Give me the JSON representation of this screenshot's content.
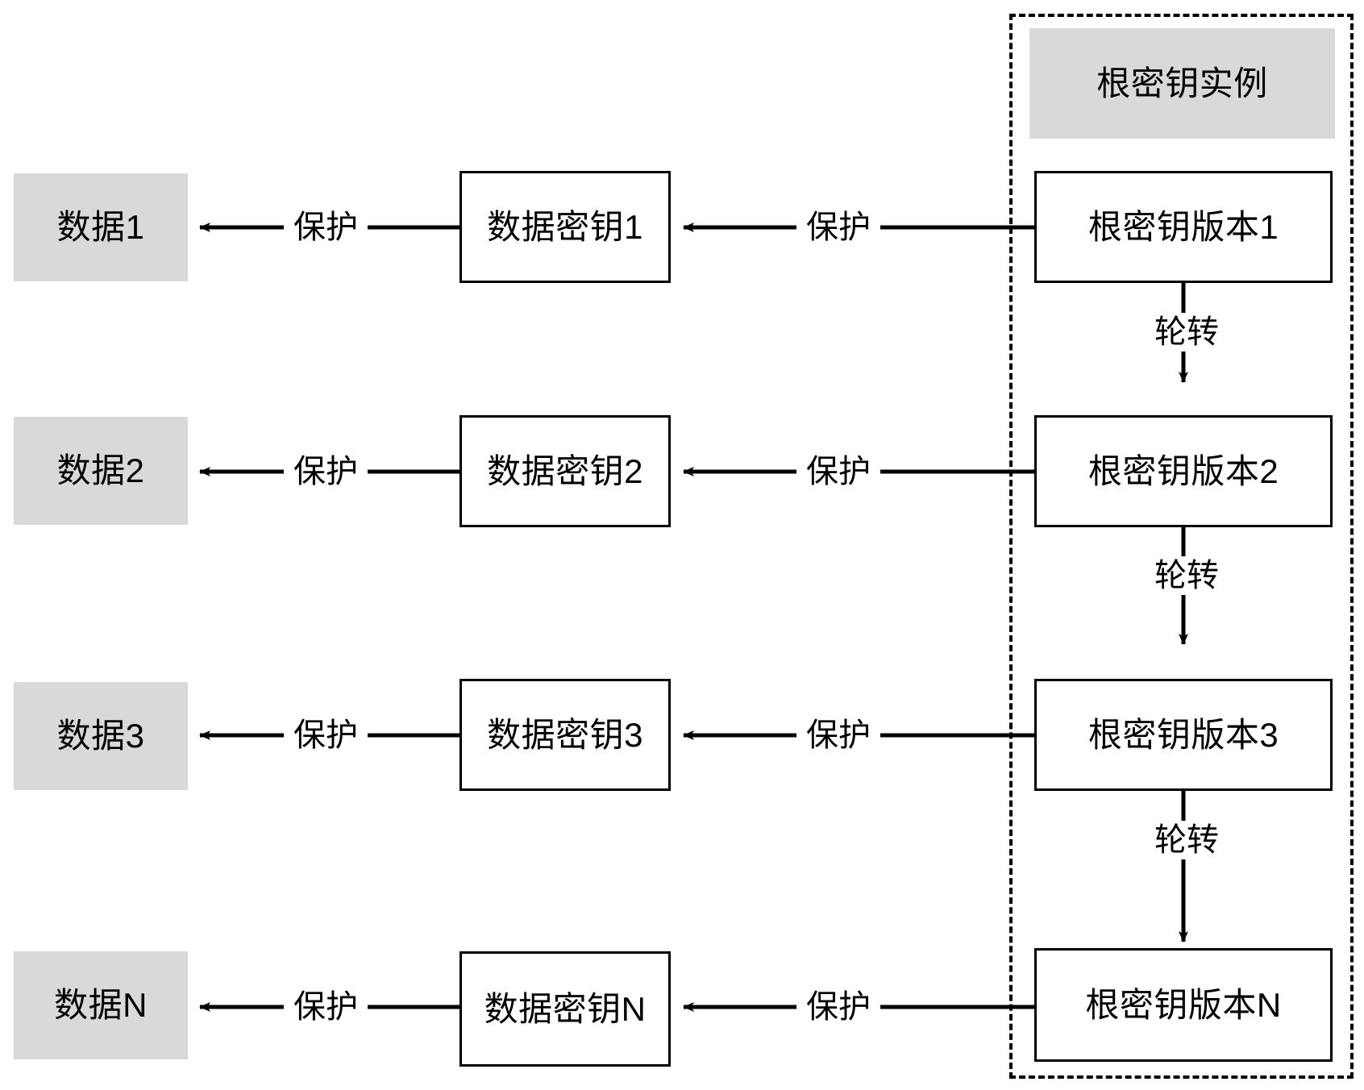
{
  "diagram": {
    "title_box": {
      "label": "根密钥实例"
    },
    "group_label": "根密钥实例",
    "rows": [
      {
        "data_label": "数据1",
        "data_key_label": "数据密钥1",
        "root_key_label": "根密钥版本1",
        "protect_left_label": "保护",
        "protect_right_label": "保护",
        "rotate_label": "轮转"
      },
      {
        "data_label": "数据2",
        "data_key_label": "数据密钥2",
        "root_key_label": "根密钥版本2",
        "protect_left_label": "保护",
        "protect_right_label": "保护",
        "rotate_label": "轮转"
      },
      {
        "data_label": "数据3",
        "data_key_label": "数据密钥3",
        "root_key_label": "根密钥版本3",
        "protect_left_label": "保护",
        "protect_right_label": "保护",
        "rotate_label": "轮转"
      },
      {
        "data_label": "数据N",
        "data_key_label": "数据密钥N",
        "root_key_label": "根密钥版本N",
        "protect_left_label": "保护",
        "protect_right_label": "保护",
        "rotate_label": ""
      }
    ],
    "colors": {
      "fill_gray": "#d9d9d9",
      "stroke": "#000000",
      "background": "#ffffff"
    }
  }
}
